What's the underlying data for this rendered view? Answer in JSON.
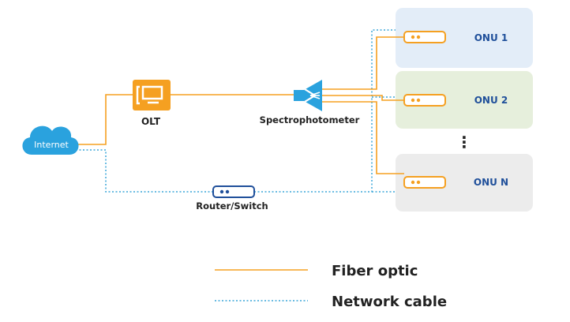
{
  "nodes": {
    "internet": {
      "label": "Internet"
    },
    "olt": {
      "label": "OLT"
    },
    "splitter": {
      "label": "Spectrophotometer"
    },
    "router": {
      "label": "Router/Switch"
    },
    "onus": [
      {
        "label": "ONU 1"
      },
      {
        "label": "ONU 2"
      },
      {
        "label": "ONU N"
      }
    ],
    "ellipsis": "⋮"
  },
  "legend": {
    "fiber": {
      "label": "Fiber optic"
    },
    "network": {
      "label": "Network cable"
    }
  },
  "colors": {
    "fiber": "#f5a021",
    "network": "#3aa6d9",
    "cloud": "#2aa2de",
    "onu_text": "#1f4f9a",
    "onu1_bg": "#e3edf8",
    "onu2_bg": "#e6efdc",
    "onuN_bg": "#ececec",
    "router_stroke": "#1f4f9a"
  }
}
